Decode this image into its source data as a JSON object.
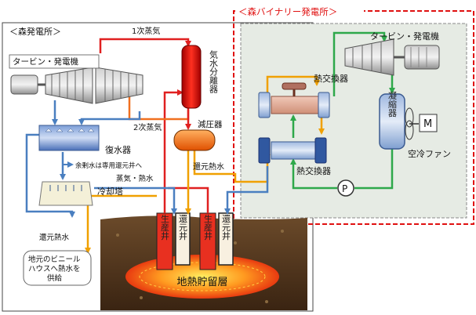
{
  "plants": {
    "mori": {
      "title": "＜森発電所＞"
    },
    "binary": {
      "title": "＜森バイナリー発電所＞"
    }
  },
  "labels": {
    "turbine_left": "タービン・発電機",
    "turbine_right": "タービン・発電機",
    "steam1": "1次蒸気",
    "steam2": "2次蒸気",
    "separator": "気水分離器",
    "decompressor": "減圧器",
    "condenser_main": "復水器",
    "surplus_note": "余剰水は専用還元井へ",
    "steam_hot": "蒸気・熱水",
    "cooling_tower": "冷却塔",
    "return_water_center": "還元熱水",
    "return_water_left": "還元熱水",
    "hx_top": "熱交換器",
    "hx_bottom": "熱交換器",
    "binary_condenser": "凝縮器",
    "air_fan": "空冷ファン",
    "motor": "M",
    "pump": "P",
    "greenhouse": "地元のビニールハウスへ熱水を供給",
    "greenhouse_lines": [
      "地元のビニール",
      "ハウスへ熱水を",
      "供給"
    ],
    "production_well": "生産井",
    "reinjection_well": "還元井",
    "reservoir": "地熱貯留層"
  },
  "colors": {
    "steam": "#e02020",
    "hot_water": "#f0a000",
    "cooling": "#4a7fc0",
    "binary_loop": "#2ea84a",
    "binary_border": "#e01010",
    "binary_bg": "#e6ebe4"
  }
}
